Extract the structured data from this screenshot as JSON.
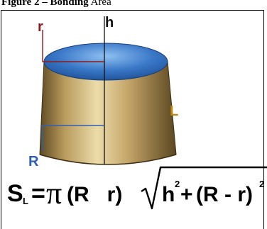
{
  "caption": {
    "prefix": "Figure 2 – Bonding",
    "suffix": "Area"
  },
  "labels": {
    "r": "r",
    "h": "h",
    "L": "L",
    "R": "R"
  },
  "formula": {
    "lhs": "S",
    "lhs_sub": "L",
    "equals": "=",
    "pi": "π",
    "paren": "(R   r)",
    "h": "h",
    "h_exp": "2",
    "plus": "+",
    "rr": "(R - r)",
    "rr_exp": "2"
  },
  "colors": {
    "r_label": "#8b1a1a",
    "R_label": "#2f5fb3",
    "L_label": "#b8860b",
    "top_fill": "#3a78c8",
    "body_fill": "#a8894e"
  }
}
